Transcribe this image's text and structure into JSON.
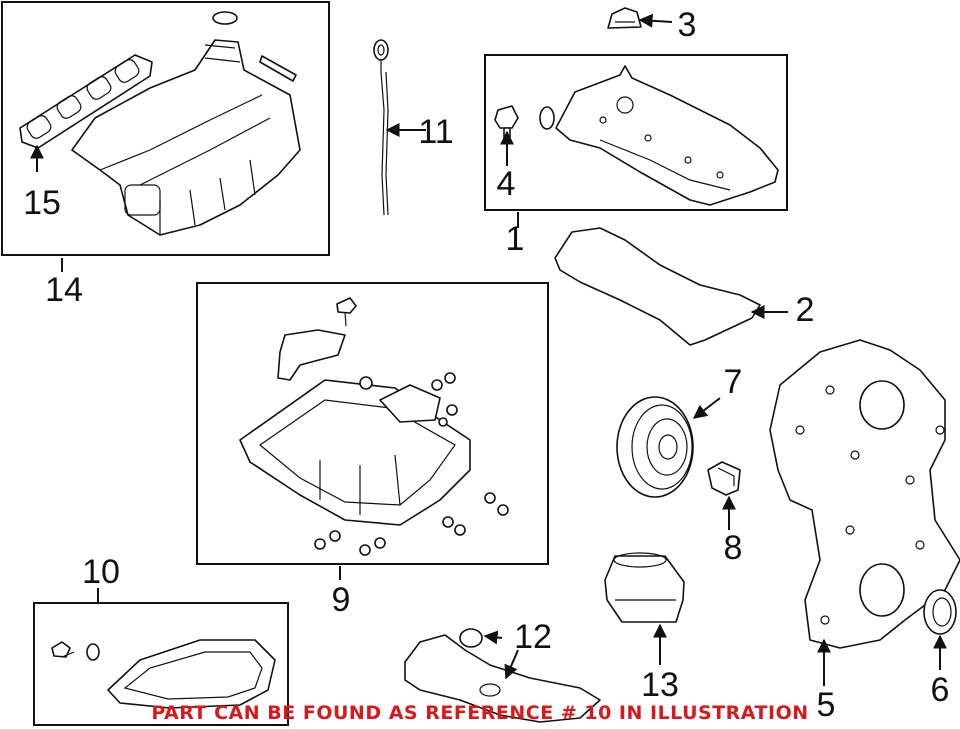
{
  "callouts": [
    "1",
    "2",
    "3",
    "4",
    "5",
    "6",
    "7",
    "8",
    "9",
    "10",
    "11",
    "12",
    "13",
    "14",
    "15"
  ],
  "notice_text": "PART CAN BE FOUND AS REFERENCE # 10 IN ILLUSTRATION",
  "notice_color": "#d7191c"
}
